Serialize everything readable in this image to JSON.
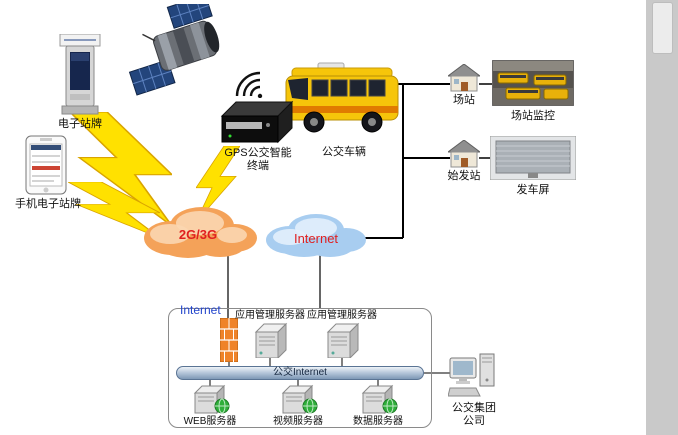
{
  "labels": {
    "kiosk": "电子站牌",
    "phone": "手机电子站牌",
    "gps_line1": "GPS公交智能",
    "gps_line2": "终端",
    "bus": "公交车辆",
    "station": "场站",
    "station_monitor": "场站监控",
    "origin_station": "始发站",
    "departure_screen": "发车屏",
    "cloud_2g3g": "2G/3G",
    "cloud_internet": "Internet",
    "box_internet": "Internet",
    "app_server_1": "应用管理服务器",
    "app_server_2": "应用管理服务器",
    "bus_internet_bar": "公交Internet",
    "web_server": "WEB服务器",
    "video_server": "视频服务器",
    "data_server": "数据服务器",
    "company_line1": "公交集团",
    "company_line2": "公司"
  },
  "colors": {
    "cloud_2g3g": "#f4a259",
    "cloud_internet": "#a8cdf0",
    "cloud_text_red": "#e02020",
    "box_internet_blue": "#2244cc",
    "lightning_yellow": "#ffe100",
    "bus_yellow": "#f6c50a",
    "firewall_orange": "#ef8329"
  }
}
